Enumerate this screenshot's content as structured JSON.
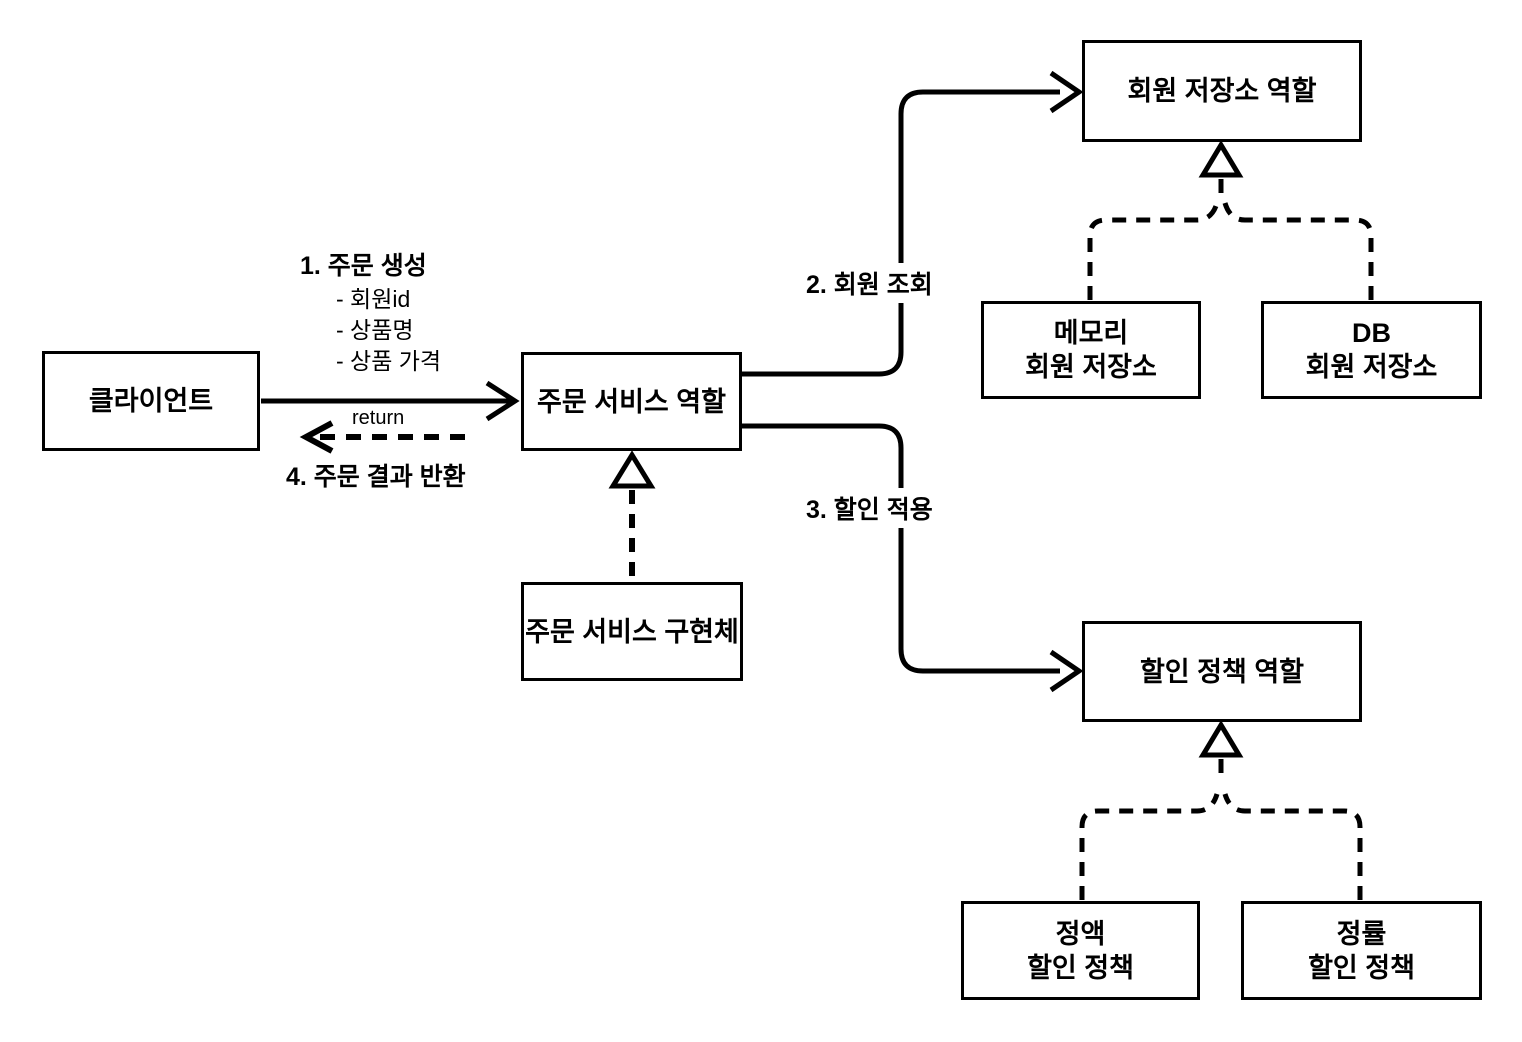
{
  "diagram": {
    "kind": "uml-role-diagram",
    "colors": {
      "line": "#000000",
      "background": "#ffffff",
      "box_fill": "#ffffff",
      "text": "#000000"
    },
    "nodes": {
      "client": {
        "label": "클라이언트"
      },
      "order_service_role": {
        "label": "주문 서비스 역할"
      },
      "order_service_impl": {
        "label": "주문 서비스 구현체"
      },
      "member_repo_role": {
        "label": "회원 저장소 역할"
      },
      "memory_member_repo": {
        "line1": "메모리",
        "line2": "회원 저장소"
      },
      "db_member_repo": {
        "line1": "DB",
        "line2": "회원 저장소"
      },
      "discount_policy_role": {
        "label": "할인 정책 역할"
      },
      "fixed_discount_policy": {
        "line1": "정액",
        "line2": "할인 정책"
      },
      "rate_discount_policy": {
        "line1": "정률",
        "line2": "할인 정책"
      }
    },
    "labels": {
      "step1_title": "1. 주문 생성",
      "step1_items": [
        "- 회원id",
        "- 상품명",
        "- 상품 가격"
      ],
      "return_label": "return",
      "step4": "4. 주문 결과 반환",
      "step2": "2. 회원 조회",
      "step3": "3. 할인 적용"
    }
  }
}
